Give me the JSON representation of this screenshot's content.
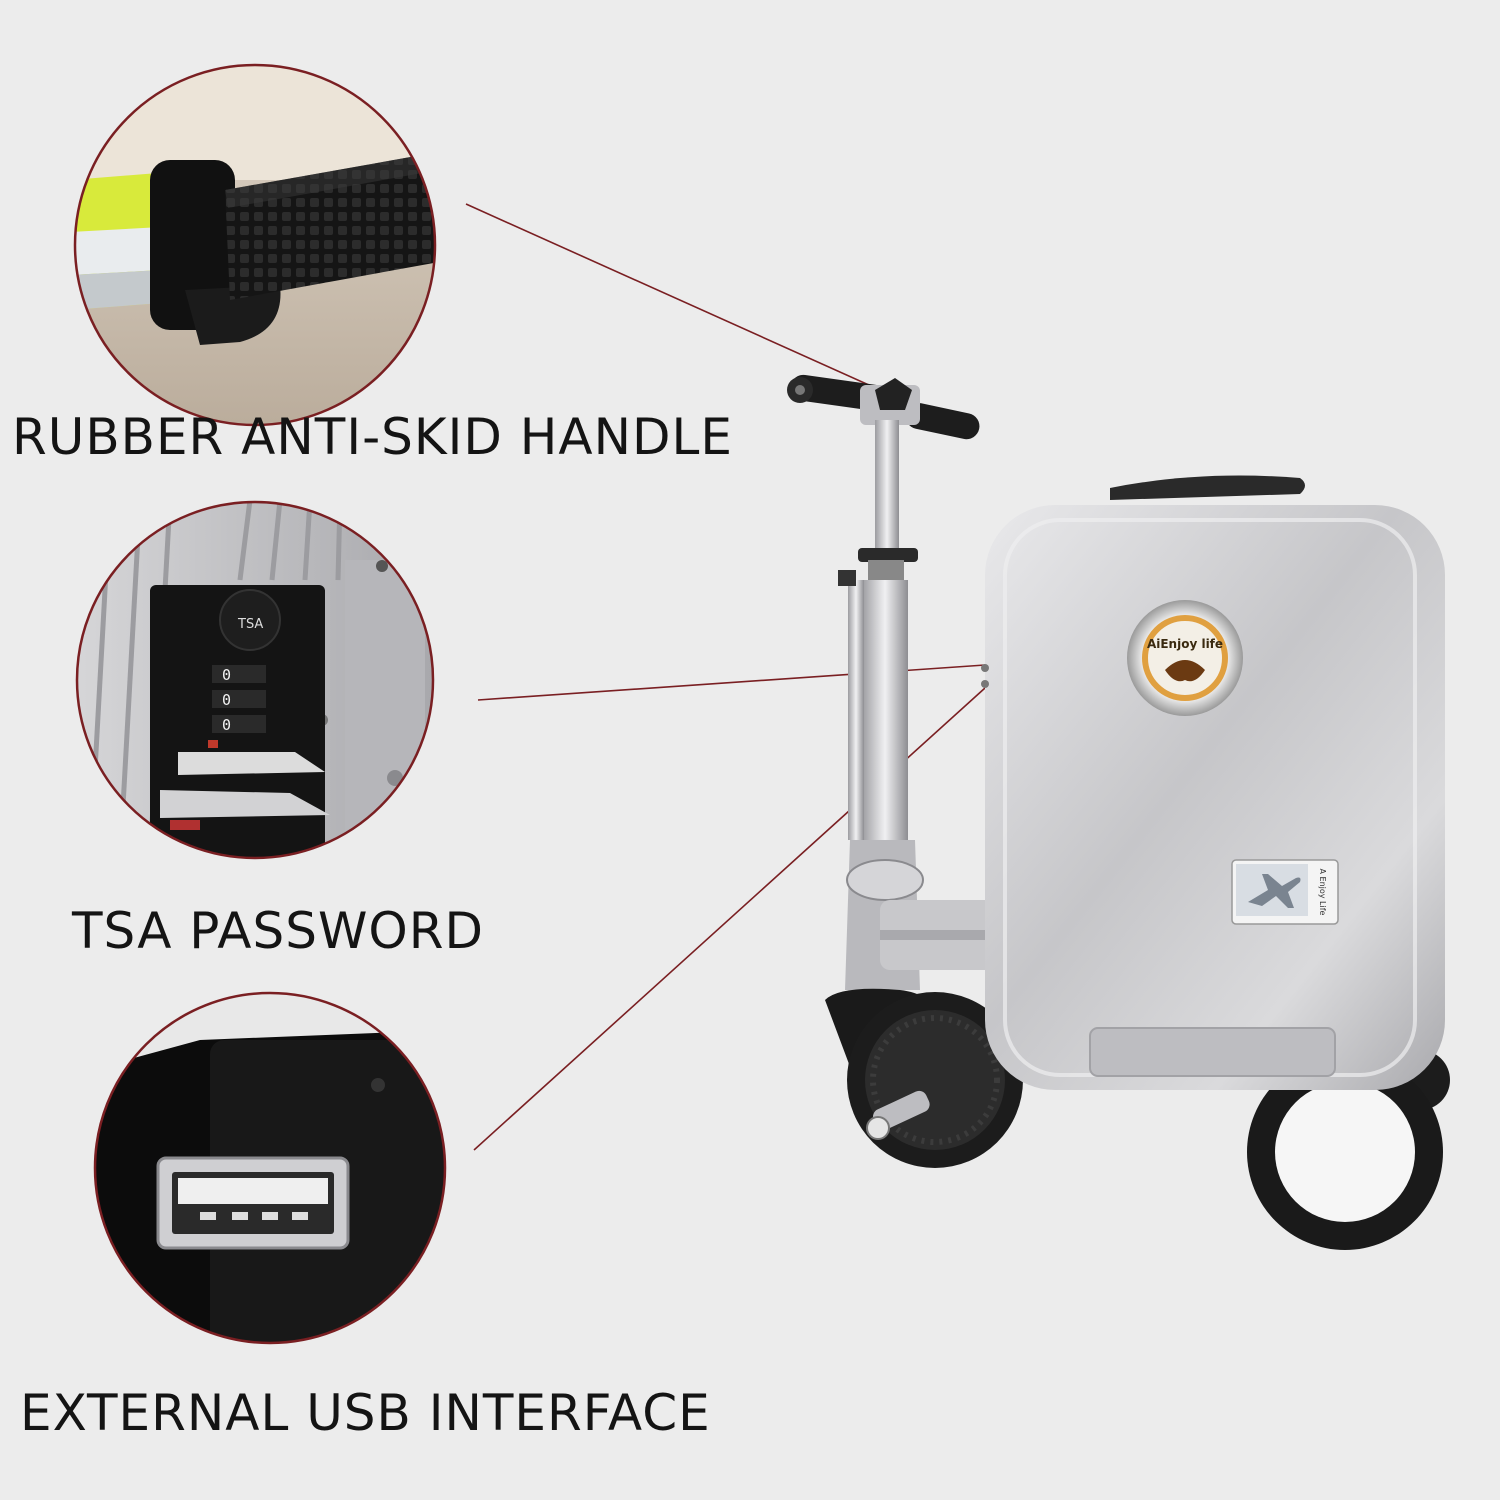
{
  "features": [
    {
      "label": "RUBBER ANTI-SKID HANDLE",
      "icon": "handle-grip-closeup"
    },
    {
      "label": "TSA PASSWORD",
      "icon": "tsa-lock-closeup"
    },
    {
      "label": "EXTERNAL USB INTERFACE",
      "icon": "usb-port-closeup"
    }
  ],
  "product": {
    "badge_text": "AiEnjoy life",
    "tag_text": "A Enjoy Life"
  },
  "tsa_lock": {
    "dial_text": "TSA",
    "digits": [
      "0",
      "0",
      "0"
    ]
  },
  "colors": {
    "background": "#ececec",
    "leader_line": "#7a1f22",
    "circle_border": "#7a1f22",
    "shell": "#c9c9cb",
    "badge_ring": "#e0a040"
  }
}
